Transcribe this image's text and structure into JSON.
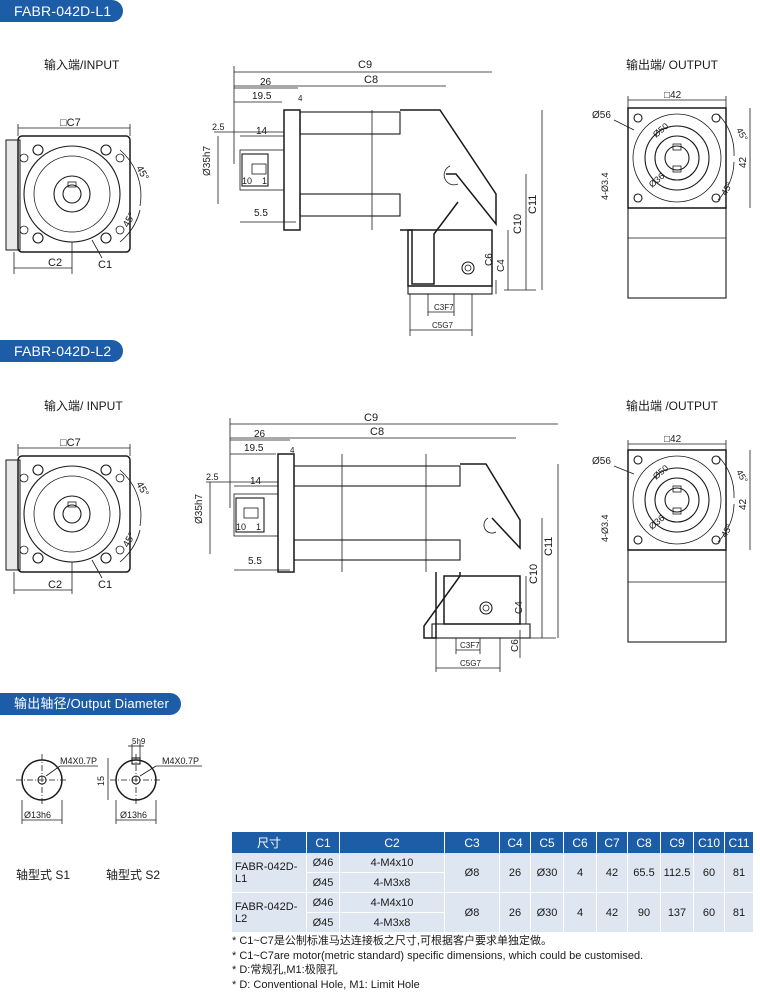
{
  "sections": [
    {
      "title": "FABR-042D-L1",
      "input_label": "输入端/INPUT",
      "output_label": "输出端/ OUTPUT"
    },
    {
      "title": "FABR-042D-L2",
      "input_label": "输入端/ INPUT",
      "output_label": "输出端 /OUTPUT"
    }
  ],
  "dims": {
    "c1": "C1",
    "c2": "C2",
    "c3": "C3F7",
    "c4": "C4",
    "c5": "C5G7",
    "c6": "C6",
    "c7": "□C7",
    "c8": "C8",
    "c9": "C9",
    "c10": "C10",
    "c11": "C11",
    "d26": "26",
    "d19_5": "19.5",
    "d4": "4",
    "d2_5": "2.5",
    "d14": "14",
    "d10": "10",
    "d1": "1",
    "d5_5": "5.5",
    "d35": "Ø35h7",
    "angle45": "45°",
    "sq42": "□42",
    "d56": "Ø56",
    "d50": "Ø50",
    "d36": "Ø36",
    "holes": "4-Ø3.4",
    "d42": "42"
  },
  "output_diameter": {
    "title": "输出轴径/Output Diameter",
    "thread": "M4X0.7P",
    "keyway": "5h9",
    "length": "15",
    "shaft": "Ø13h6",
    "s1_label": "轴型式 S1",
    "s2_label": "轴型式 S2"
  },
  "table": {
    "headers": [
      "尺寸",
      "C1",
      "C2",
      "C3",
      "C4",
      "C5",
      "C6",
      "C7",
      "C8",
      "C9",
      "C10",
      "C11"
    ],
    "rows": [
      {
        "model": "FABR-042D-L1",
        "c1": [
          "Ø46",
          "Ø45"
        ],
        "c2": [
          "4-M4x10",
          "4-M3x8"
        ],
        "c3": "Ø8",
        "c4": "26",
        "c5": "Ø30",
        "c6": "4",
        "c7": "42",
        "c8": "65.5",
        "c9": "112.5",
        "c10": "60",
        "c11": "81"
      },
      {
        "model": "FABR-042D-L2",
        "c1": [
          "Ø46",
          "Ø45"
        ],
        "c2": [
          "4-M4x10",
          "4-M3x8"
        ],
        "c3": "Ø8",
        "c4": "26",
        "c5": "Ø30",
        "c6": "4",
        "c7": "42",
        "c8": "90",
        "c9": "137",
        "c10": "60",
        "c11": "81"
      }
    ]
  },
  "notes": [
    "* C1~C7是公制标准马达连接板之尺寸,可根据客户要求单独定做。",
    "* C1~C7are motor(metric standard)  specific dimensions, which could be customised.",
    "* D:常规孔,M1:极限孔",
    "* D: Conventional Hole, M1: Limit Hole"
  ]
}
